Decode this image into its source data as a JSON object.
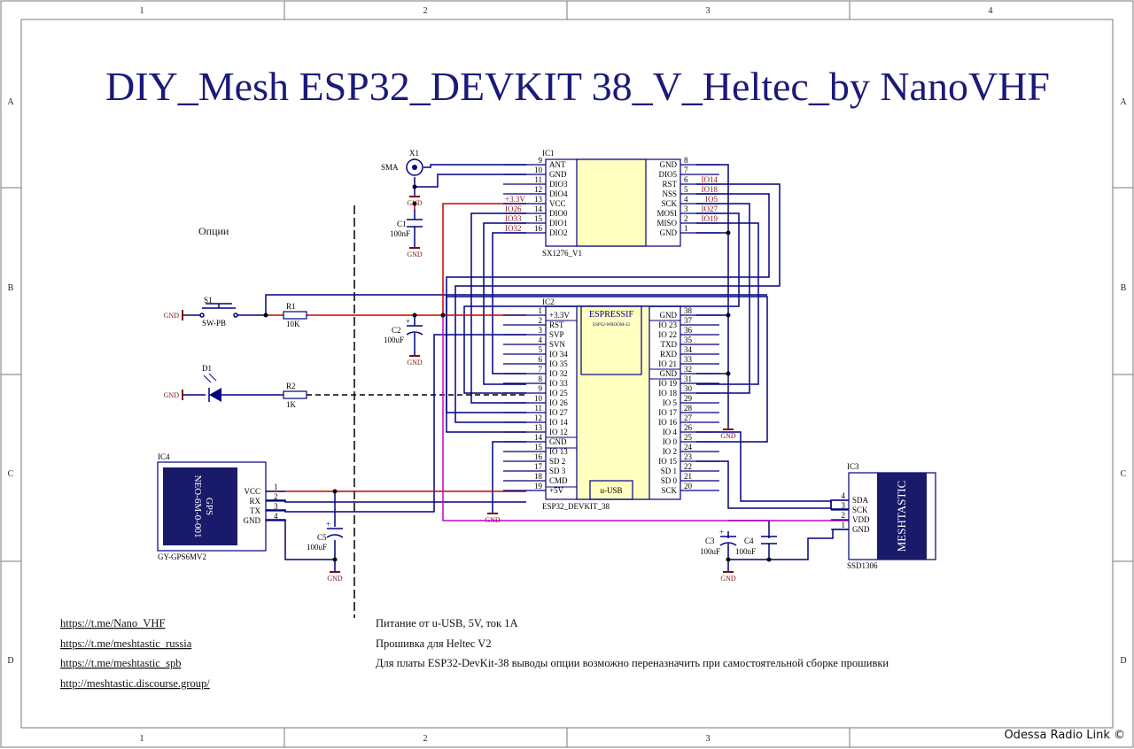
{
  "title": "DIY_Mesh ESP32_DEVKIT 38_V_Heltec_by NanoVHF",
  "colors": {
    "title": "#1a1a7a",
    "wire": "#000080",
    "power": "#cc0000",
    "vdd": "#cc00cc",
    "chip": "#ffffc0",
    "gnd": "#7a1010"
  },
  "frame": {
    "cols": [
      "1",
      "2",
      "3",
      "4"
    ],
    "rows": [
      "A",
      "B",
      "C",
      "D"
    ]
  },
  "options_label": "Опции",
  "gnd_label": "GND",
  "x1": {
    "ref": "X1",
    "name": "SMA"
  },
  "c1": {
    "ref": "C1",
    "value": "100nF"
  },
  "c2": {
    "ref": "C2",
    "value": "100uF"
  },
  "c3": {
    "ref": "C3",
    "value": "100uF"
  },
  "c4": {
    "ref": "C4",
    "value": "100nF"
  },
  "c5": {
    "ref": "C5",
    "value": "100uF"
  },
  "s1": {
    "ref": "S1",
    "value": "SW-PB"
  },
  "r1": {
    "ref": "R1",
    "value": "10K"
  },
  "d1": {
    "ref": "D1"
  },
  "r2": {
    "ref": "R2",
    "value": "1K"
  },
  "ic1": {
    "ref": "IC1",
    "part": "SX1276_V1",
    "left": [
      {
        "num": "9",
        "name": "ANT",
        "net": ""
      },
      {
        "num": "10",
        "name": "GND",
        "net": ""
      },
      {
        "num": "11",
        "name": "DIO3",
        "net": ""
      },
      {
        "num": "12",
        "name": "DIO4",
        "net": ""
      },
      {
        "num": "13",
        "name": "VCC",
        "net": "+3.3V"
      },
      {
        "num": "14",
        "name": "DIO0",
        "net": "IO26"
      },
      {
        "num": "15",
        "name": "DIO1",
        "net": "IO33"
      },
      {
        "num": "16",
        "name": "DIO2",
        "net": "IO32"
      }
    ],
    "right": [
      {
        "num": "8",
        "name": "GND",
        "net": ""
      },
      {
        "num": "7",
        "name": "DIO5",
        "net": ""
      },
      {
        "num": "6",
        "name": "RST",
        "net": "IO14"
      },
      {
        "num": "5",
        "name": "NSS",
        "net": "IO18"
      },
      {
        "num": "4",
        "name": "SCK",
        "net": "IO5"
      },
      {
        "num": "3",
        "name": "MOSI",
        "net": "IO27"
      },
      {
        "num": "2",
        "name": "MISO",
        "net": "IO19"
      },
      {
        "num": "1",
        "name": "GND",
        "net": ""
      }
    ]
  },
  "ic2": {
    "ref": "IC2",
    "part": "ESP32_DEVKIT_38",
    "brand": "ESPRESSIF",
    "module": "ESP32-WROOM-32",
    "usb": "u-USB",
    "left": [
      {
        "num": "1",
        "name": "+3.3V"
      },
      {
        "num": "2",
        "name": "RST"
      },
      {
        "num": "3",
        "name": "SVP"
      },
      {
        "num": "4",
        "name": "SVN"
      },
      {
        "num": "5",
        "name": "IO 34"
      },
      {
        "num": "6",
        "name": "IO 35"
      },
      {
        "num": "7",
        "name": "IO 32"
      },
      {
        "num": "8",
        "name": "IO 33"
      },
      {
        "num": "9",
        "name": "IO 25"
      },
      {
        "num": "10",
        "name": "IO 26"
      },
      {
        "num": "11",
        "name": "IO 27"
      },
      {
        "num": "12",
        "name": "IO 14"
      },
      {
        "num": "13",
        "name": "IO 12"
      },
      {
        "num": "14",
        "name": "GND"
      },
      {
        "num": "15",
        "name": "IO 13"
      },
      {
        "num": "16",
        "name": "SD 2"
      },
      {
        "num": "17",
        "name": "SD 3"
      },
      {
        "num": "18",
        "name": "CMD"
      },
      {
        "num": "19",
        "name": "+5V"
      }
    ],
    "right": [
      {
        "num": "38",
        "name": "GND"
      },
      {
        "num": "37",
        "name": "IO 23"
      },
      {
        "num": "36",
        "name": "IO 22"
      },
      {
        "num": "35",
        "name": "TXD"
      },
      {
        "num": "34",
        "name": "RXD"
      },
      {
        "num": "33",
        "name": "IO 21"
      },
      {
        "num": "32",
        "name": "GND"
      },
      {
        "num": "31",
        "name": "IO 19"
      },
      {
        "num": "30",
        "name": "IO 18"
      },
      {
        "num": "29",
        "name": "IO 5"
      },
      {
        "num": "28",
        "name": "IO 17"
      },
      {
        "num": "27",
        "name": "IO 16"
      },
      {
        "num": "26",
        "name": "IO 4"
      },
      {
        "num": "25",
        "name": "IO 0"
      },
      {
        "num": "24",
        "name": "IO 2"
      },
      {
        "num": "23",
        "name": "IO 15"
      },
      {
        "num": "22",
        "name": "SD 1"
      },
      {
        "num": "21",
        "name": "SD 0"
      },
      {
        "num": "20",
        "name": "SCK"
      }
    ]
  },
  "ic3": {
    "ref": "IC3",
    "part": "SSD1306",
    "brand": "MESHTASTIC",
    "pins": [
      {
        "num": "4",
        "name": "SDA"
      },
      {
        "num": "3",
        "name": "SCK"
      },
      {
        "num": "2",
        "name": "VDD"
      },
      {
        "num": "1",
        "name": "GND"
      }
    ]
  },
  "ic4": {
    "ref": "IC4",
    "part": "GY-GPS6MV2",
    "module_line1": "GPS",
    "module_line2": "NEO-6M-0-001",
    "pins": [
      {
        "num": "1",
        "name": "VCC"
      },
      {
        "num": "2",
        "name": "RX"
      },
      {
        "num": "3",
        "name": "TX"
      },
      {
        "num": "4",
        "name": "GND"
      }
    ]
  },
  "links": [
    "https://t.me/Nano_VHF",
    "https://t.me/meshtastic_russia",
    "https://t.me/meshtastic_spb",
    "http://meshtastic.discourse.group/"
  ],
  "notes": [
    "Питание от u-USB, 5V, ток 1A",
    "Прошивка для Heltec V2",
    "Для платы ESP32-DevKit-38 выводы опции возможно переназначить при самостоятельной сборке прошивки"
  ],
  "copyright": "Odessa Radio Link ©"
}
